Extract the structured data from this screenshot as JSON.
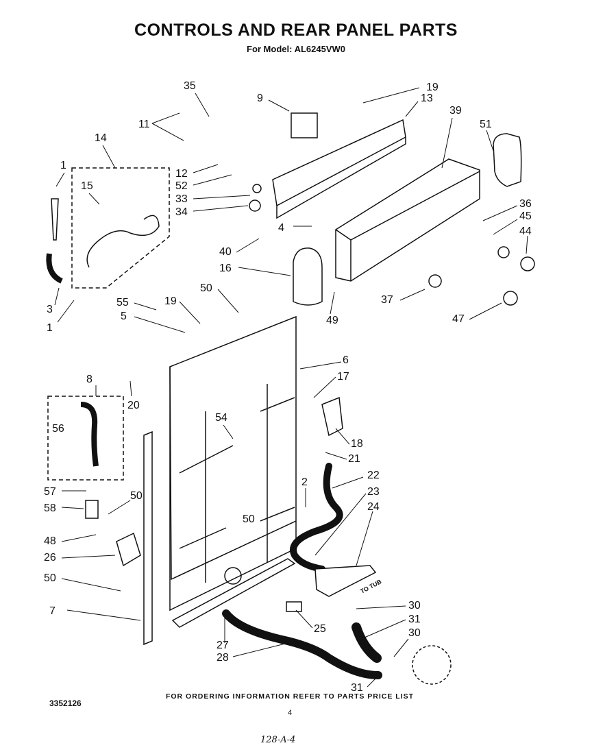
{
  "title": "CONTROLS AND REAR PANEL PARTS",
  "subtitle": "For Model: AL6245VW0",
  "footer": "FOR ORDERING INFORMATION REFER TO PARTS PRICE LIST",
  "doc_number": "3352126",
  "page_number": "4",
  "handwritten_note": "128-A-4",
  "to_tub_label": "TO TUB",
  "callouts": [
    "35",
    "19",
    "13",
    "9",
    "39",
    "11",
    "51",
    "14",
    "12",
    "52",
    "33",
    "34",
    "36",
    "45",
    "44",
    "1",
    "15",
    "4",
    "40",
    "16",
    "37",
    "47",
    "49",
    "3",
    "1",
    "50",
    "55",
    "19",
    "5",
    "6",
    "17",
    "8",
    "20",
    "18",
    "56",
    "54",
    "21",
    "2",
    "22",
    "23",
    "24",
    "57",
    "50",
    "58",
    "48",
    "50",
    "26",
    "50",
    "30",
    "31",
    "7",
    "25",
    "30",
    "27",
    "28",
    "31"
  ]
}
